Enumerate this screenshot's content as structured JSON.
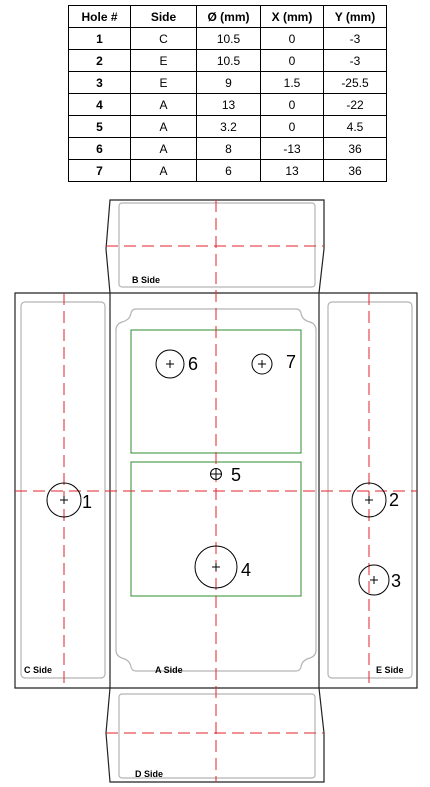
{
  "table": {
    "headers": [
      "Hole #",
      "Side",
      "Ø (mm)",
      "X (mm)",
      "Y (mm)"
    ],
    "rows": [
      [
        "1",
        "C",
        "10.5",
        "0",
        "-3"
      ],
      [
        "2",
        "E",
        "10.5",
        "0",
        "-3"
      ],
      [
        "3",
        "E",
        "9",
        "1.5",
        "-25.5"
      ],
      [
        "4",
        "A",
        "13",
        "0",
        "-22"
      ],
      [
        "5",
        "A",
        "3.2",
        "0",
        "4.5"
      ],
      [
        "6",
        "A",
        "8",
        "-13",
        "36"
      ],
      [
        "7",
        "A",
        "6",
        "13",
        "36"
      ]
    ]
  },
  "sides": {
    "a": "A Side",
    "b": "B Side",
    "c": "C Side",
    "d": "D Side",
    "e": "E Side"
  },
  "colors": {
    "outline": "#222222",
    "inner_outline": "#b3b3b3",
    "fold_line": "#e0262b",
    "region": "#2e8b2e"
  }
}
